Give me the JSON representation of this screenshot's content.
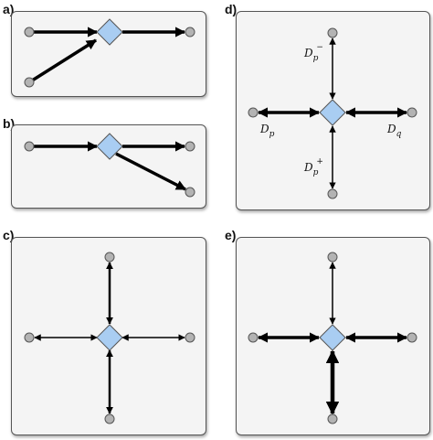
{
  "panels": {
    "a": {
      "label": "a)"
    },
    "b": {
      "label": "b)"
    },
    "c": {
      "label": "c)"
    },
    "d": {
      "label": "d)",
      "labels": {
        "dp_minus": {
          "base": "D",
          "sub": "p",
          "sup": "−"
        },
        "dp": {
          "base": "D",
          "sub": "p"
        },
        "dq": {
          "base": "D",
          "sub": "q"
        },
        "dp_plus": {
          "base": "D",
          "sub": "p",
          "sup": "+"
        }
      }
    },
    "e": {
      "label": "e)"
    }
  },
  "colors": {
    "diamond_fill": "#a9cdf2",
    "diamond_stroke": "#555555",
    "node_fill": "#b3b3b3",
    "node_stroke": "#555555",
    "arrow": "#000000",
    "panel_bg": "#f4f4f4"
  }
}
